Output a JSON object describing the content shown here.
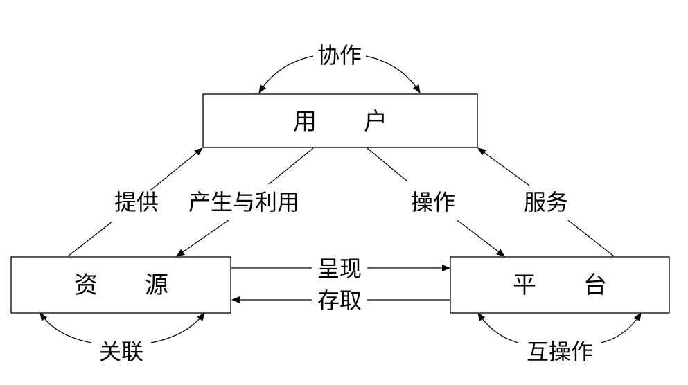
{
  "nodes": {
    "user": {
      "label": "用　　户"
    },
    "resource": {
      "label": "资　　源"
    },
    "platform": {
      "label": "平　　台"
    }
  },
  "edges": {
    "collaborate": "协作",
    "provide": "提供",
    "produce_use": "产生与利用",
    "operate": "操作",
    "service": "服务",
    "present": "呈现",
    "access": "存取",
    "associate": "关联",
    "interoperate": "互操作"
  }
}
